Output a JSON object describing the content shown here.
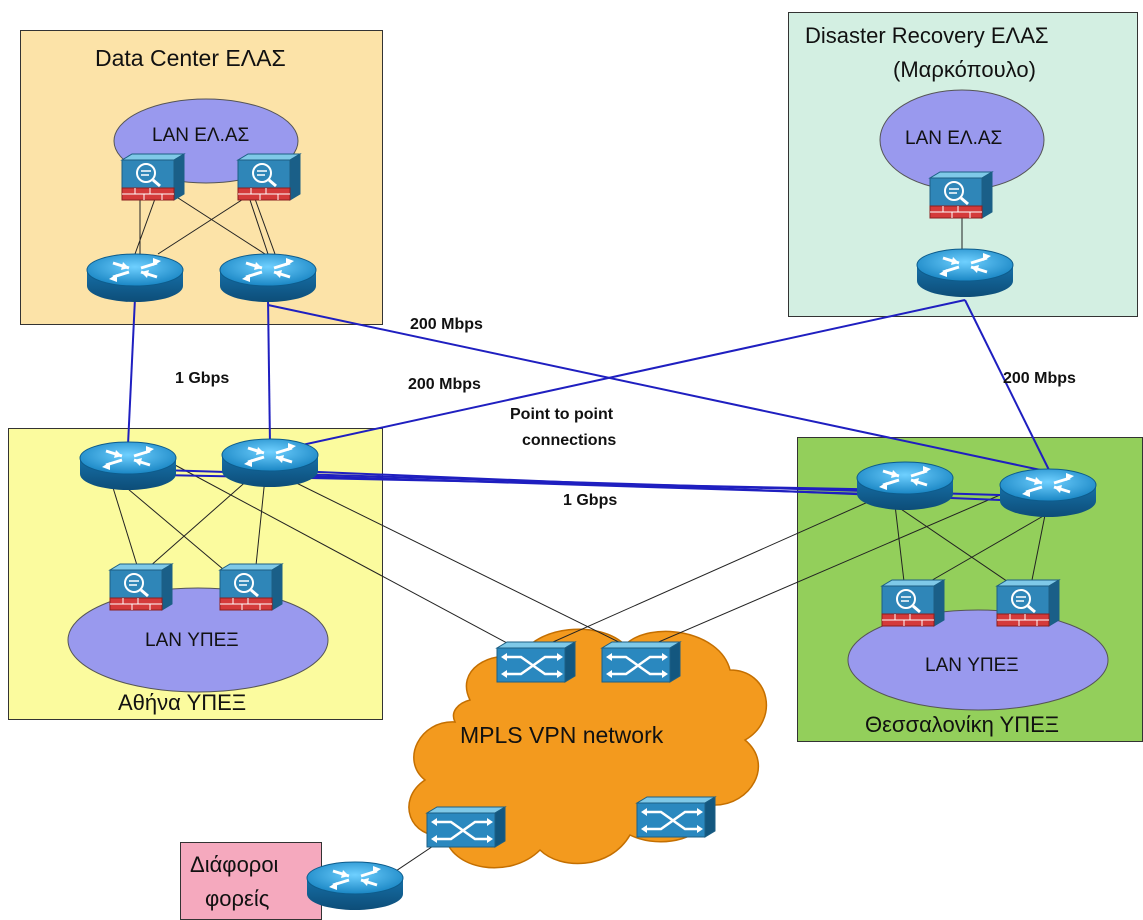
{
  "zones": {
    "dc": {
      "title": "Data Center ΕΛΑΣ",
      "lan": "LAN ΕΛ.ΑΣ",
      "color": "#fce3a8"
    },
    "dr": {
      "title_line1": "Disaster Recovery ΕΛΑΣ",
      "title_line2": "(Μαρκόπουλο)",
      "lan": "LAN ΕΛ.ΑΣ",
      "color": "#d3efe2"
    },
    "athens": {
      "title": "Αθήνα ΥΠΕΞ",
      "lan": "LAN ΥΠΕΞ",
      "color": "#fbfb9e"
    },
    "thess": {
      "title": "Θεσσαλονίκη ΥΠΕΞ",
      "lan": "LAN ΥΠΕΞ",
      "color": "#93cf5b"
    },
    "other": {
      "line1": "Διάφοροι",
      "line2": "φορείς",
      "color": "#f5a9be"
    }
  },
  "cloud": {
    "label": "MPLS VPN network",
    "color": "#f39a1e"
  },
  "links": {
    "dc_athens": "1 Gbps",
    "dc_thess": "200 Mbps",
    "dr_athens": "200 Mbps",
    "dr_thess": "200 Mbps",
    "p2p_line1": "Point to point",
    "p2p_line2": "connections",
    "athens_thess": "1 Gbps"
  },
  "colors": {
    "lan_ellipse": "#9999ee",
    "link_blue": "#1f1fc0",
    "router": "#1a86c4"
  }
}
